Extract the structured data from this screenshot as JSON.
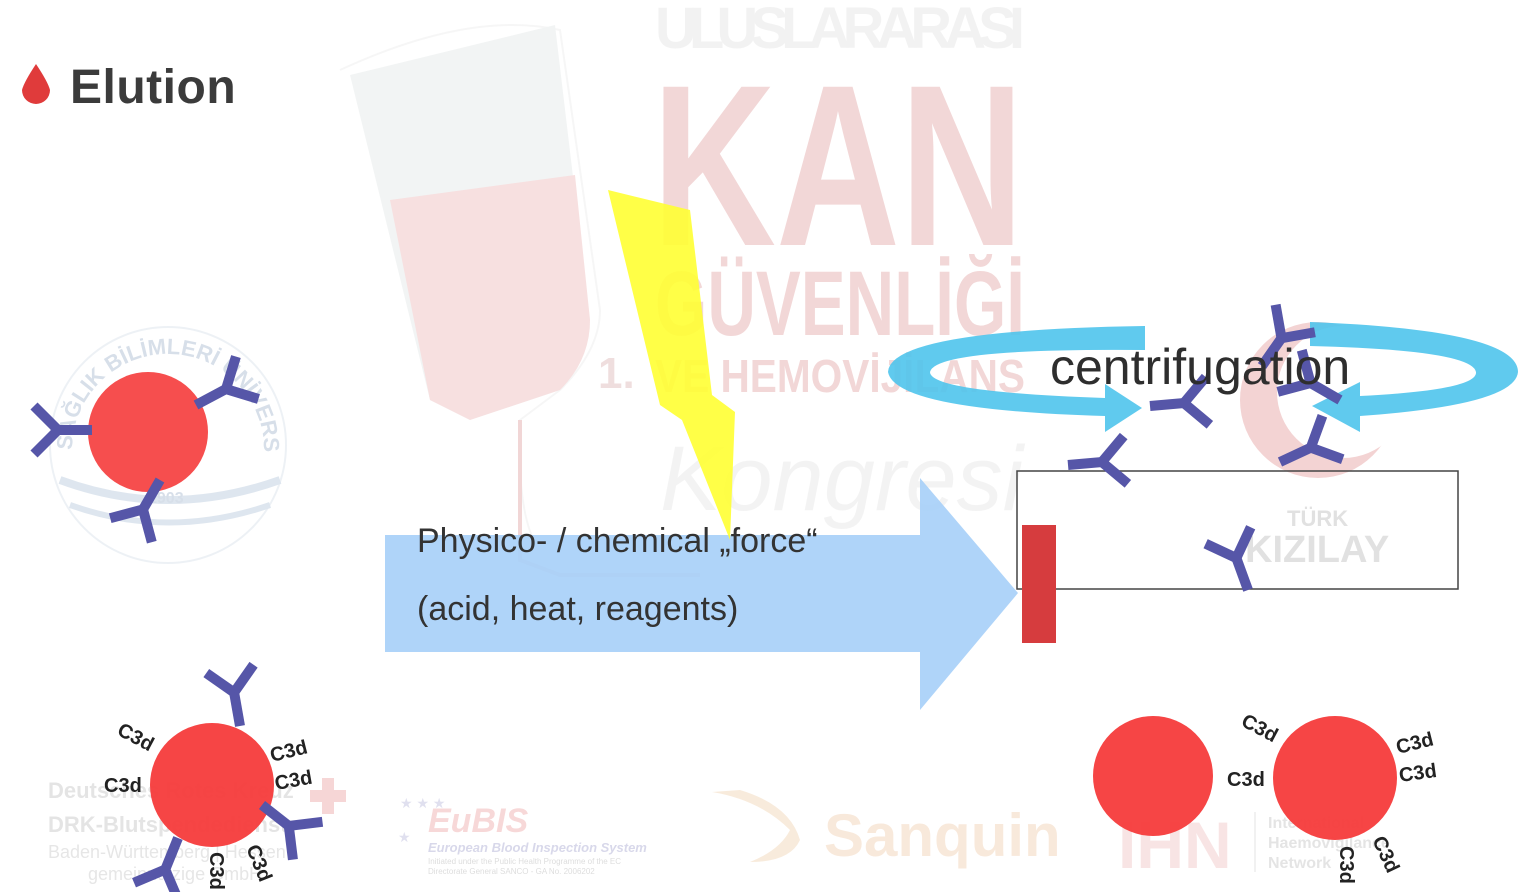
{
  "slide": {
    "title": "Elution",
    "force_line1": "Physico- / chemical „force“",
    "force_line2": "(acid, heat, reagents)",
    "centrifugation_label": "centrifugation",
    "complement_label": "C3d"
  },
  "watermark": {
    "line1": "ULUSLARARASI",
    "line2": "KAN",
    "line3": "GÜVENLİĞİ",
    "line4": "VE HEMOVİJİLANS",
    "line5": "Kongresi",
    "number": "1.",
    "university_ring": "SAĞLIK BİLİMLERİ ÜNİVERSİTESİ",
    "university_year": "1903",
    "kizilay_top": "TÜRK",
    "kizilay_bottom": "KIZILAY",
    "drk_line1": "Deutsches Rotes Kreuz",
    "drk_line2": "DRK-Blutspendedienst",
    "drk_line3": "Baden-Württemberg | Hessen",
    "drk_line4": "gemeinnützige GmbH",
    "eubis_name": "EuBIS",
    "eubis_line1": "European Blood Inspection System",
    "eubis_line2": "Initiated under the Public Health Programme of the EC",
    "eubis_line3": "Directorate General SANCO - GA No. 2006202",
    "sanquin": "Sanquin",
    "ihn": "IHN",
    "ihn_line1": "International",
    "ihn_line2": "Haemovigilance",
    "ihn_line3": "Network"
  },
  "colors": {
    "cell_red": "#f53b3b",
    "antibody": "#5656a8",
    "force_arrow": "#a8d0f8",
    "centrifuge": "#4fc4ec",
    "lightning": "#ffff33",
    "eluate_red": "#d63c3e",
    "watermark_red": "#e8b7b7"
  }
}
